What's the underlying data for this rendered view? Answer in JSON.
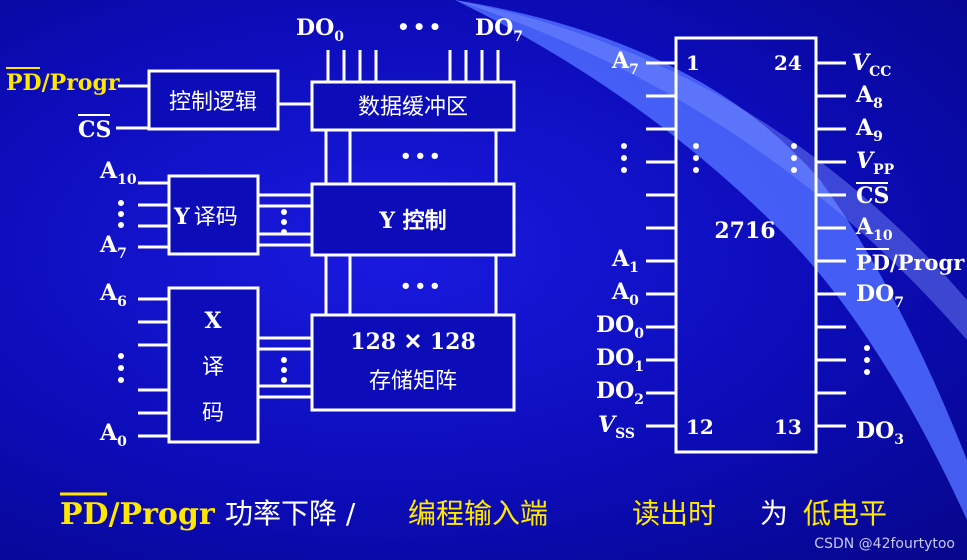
{
  "left": {
    "pd_main": "PD",
    "pd_suffix": "/Progr",
    "cs": "CS",
    "ctrl_logic": "控制逻辑",
    "data_buffer": "数据缓冲区",
    "y_decoder_y": "Y",
    "y_decoder_cn": "译码",
    "y_control": "Y 控制",
    "x_decoder": [
      "X",
      "译",
      "码"
    ],
    "matrix_line1": "128 ✕ 128",
    "matrix_line2": "存储矩阵",
    "do_left": {
      "base": "DO",
      "sub": "0"
    },
    "do_right": {
      "base": "DO",
      "sub": "7"
    },
    "ellipsis": "•••",
    "a10": {
      "base": "A",
      "sub": "10"
    },
    "a7": {
      "base": "A",
      "sub": "7"
    },
    "a6": {
      "base": "A",
      "sub": "6"
    },
    "a0": {
      "base": "A",
      "sub": "0"
    }
  },
  "chip": {
    "name": "2716",
    "pin_1": "1",
    "pin_24": "24",
    "pin_12": "12",
    "pin_13": "13",
    "left_pins": [
      {
        "base": "A",
        "sub": "7"
      },
      {
        "base": "A",
        "sub": "1"
      },
      {
        "base": "A",
        "sub": "0"
      },
      {
        "base": "DO",
        "sub": "0"
      },
      {
        "base": "DO",
        "sub": "1"
      },
      {
        "base": "DO",
        "sub": "2"
      },
      {
        "base": "V",
        "sub": "SS"
      }
    ],
    "right_pins": [
      {
        "base": "V",
        "sub": "CC"
      },
      {
        "base": "A",
        "sub": "8"
      },
      {
        "base": "A",
        "sub": "9"
      },
      {
        "base": "V",
        "sub": "PP"
      },
      {
        "base": "CS",
        "sub": ""
      },
      {
        "base": "A",
        "sub": "10"
      },
      {
        "base": "PD",
        "sub": "/Progr"
      },
      {
        "base": "DO",
        "sub": "7"
      },
      {
        "base": "DO",
        "sub": "3"
      }
    ]
  },
  "bottom": {
    "pd": "PD",
    "progr": "/Progr",
    "func": "功率下降 /",
    "prog_input": "编程输入端",
    "read": "读出时",
    "as": "为",
    "low": "低电平"
  },
  "watermark": "CSDN @42fourtytoo",
  "colors": {
    "background": "#0c0cb8",
    "line": "#ffffff",
    "highlight": "#ffe800",
    "beam": "#4f6cff"
  }
}
